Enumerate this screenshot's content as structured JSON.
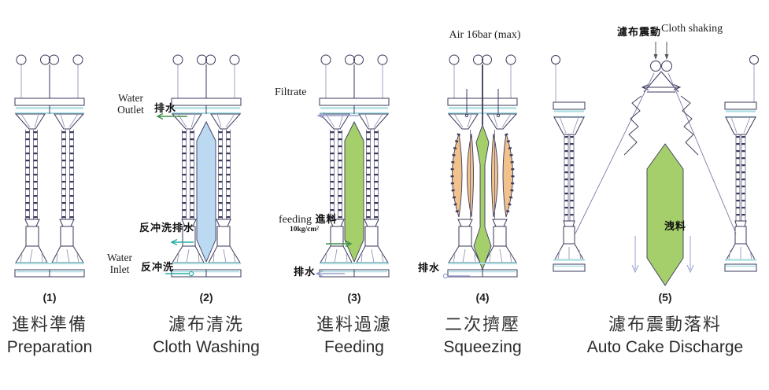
{
  "diagram": {
    "stages": [
      {
        "number": "(1)",
        "zh": "進料準備",
        "en": "Preparation"
      },
      {
        "number": "(2)",
        "zh": "濾布清洗",
        "en": "Cloth Washing"
      },
      {
        "number": "(3)",
        "zh": "進料過濾",
        "en": "Feeding"
      },
      {
        "number": "(4)",
        "zh": "二次擠壓",
        "en": "Squeezing"
      },
      {
        "number": "(5)",
        "zh": "濾布震動落料",
        "en": "Auto Cake Discharge"
      }
    ],
    "labels": {
      "water_outlet": "Water Outlet",
      "drain_outlet_zh": "排水",
      "backwash_drain_zh": "反冲洗排水",
      "water_inlet": "Water Inlet",
      "backwash_zh": "反冲洗",
      "filtrate": "Filtrate",
      "feeding_en": "feeding",
      "feeding_zh": "進料",
      "feeding_pressure": "10kg/cm²",
      "drain_feed_zh": "排水",
      "air_pressure": "Air 16bar (max)",
      "drain_squeeze_zh": "排水",
      "cloth_shaking_zh": "濾布震動",
      "cloth_shaking_en": "Cloth shaking",
      "discharge_zh": "洩料"
    },
    "colors": {
      "water_fill": "#bcd9f2",
      "slurry_fill": "#a5cf6b",
      "membrane_fill": "#f2c28c",
      "frame_line": "#3a3a5c",
      "header_line": "#a8dde2",
      "teal_arrow": "#2aada4",
      "green_arrow": "#3f9148",
      "lavender_arrow": "#9aa0cc"
    }
  }
}
